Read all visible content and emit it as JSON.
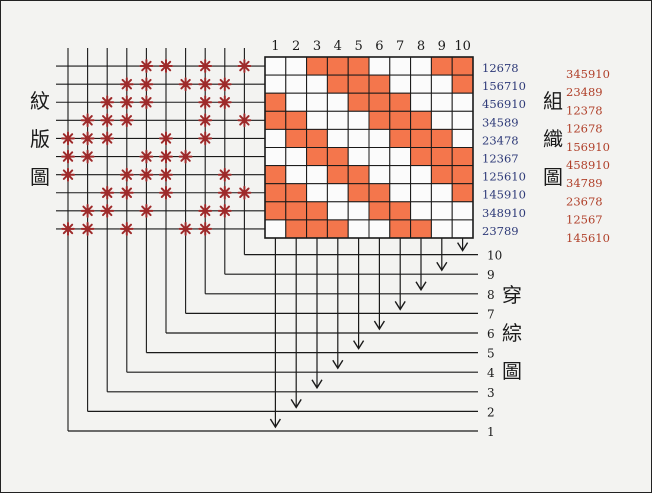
{
  "titles": {
    "peg_plan": "紋版圖",
    "weave_structure": "組織圖",
    "threading": "穿綜圖"
  },
  "column_numbers": [
    "1",
    "2",
    "3",
    "4",
    "5",
    "6",
    "7",
    "8",
    "9",
    "10"
  ],
  "shaft_numbers": [
    "10",
    "9",
    "8",
    "7",
    "6",
    "5",
    "4",
    "3",
    "2",
    "1"
  ],
  "row_labels": [
    "12678",
    "156710",
    "456910",
    "34589",
    "23478",
    "12367",
    "125610",
    "145910",
    "348910",
    "23789"
  ],
  "right_column": [
    "345910",
    "23489",
    "12378",
    "12678",
    "156910",
    "458910",
    "34789",
    "23678",
    "12567",
    "145610"
  ],
  "colors": {
    "fill": "#f4764c",
    "ink": "#1a1a1a",
    "blue_ink": "#2e3a78",
    "red_ink": "#b0402a",
    "star": "#9e2b2b",
    "paper": "#f3f3f1"
  },
  "weave_grid": [
    [
      0,
      0,
      1,
      1,
      1,
      0,
      0,
      0,
      1,
      1
    ],
    [
      0,
      0,
      0,
      1,
      1,
      1,
      0,
      0,
      0,
      1
    ],
    [
      1,
      0,
      0,
      0,
      1,
      1,
      1,
      0,
      0,
      0
    ],
    [
      1,
      1,
      0,
      0,
      0,
      1,
      1,
      1,
      0,
      0
    ],
    [
      0,
      1,
      1,
      0,
      0,
      0,
      1,
      1,
      1,
      0
    ],
    [
      0,
      0,
      1,
      1,
      0,
      0,
      0,
      1,
      1,
      1
    ],
    [
      1,
      0,
      0,
      1,
      1,
      0,
      0,
      0,
      1,
      1
    ],
    [
      1,
      1,
      0,
      0,
      1,
      1,
      0,
      0,
      0,
      1
    ],
    [
      1,
      1,
      1,
      0,
      0,
      1,
      1,
      0,
      0,
      0
    ],
    [
      0,
      1,
      1,
      1,
      0,
      0,
      1,
      1,
      0,
      0
    ]
  ],
  "peg_plan": [
    [
      0,
      0,
      0,
      0,
      1,
      1,
      0,
      1,
      0,
      1
    ],
    [
      0,
      0,
      0,
      1,
      1,
      0,
      1,
      1,
      1,
      0
    ],
    [
      0,
      0,
      1,
      1,
      1,
      0,
      0,
      1,
      1,
      0
    ],
    [
      0,
      1,
      1,
      1,
      0,
      0,
      0,
      1,
      0,
      1
    ],
    [
      1,
      1,
      1,
      0,
      0,
      1,
      0,
      1,
      0,
      0
    ],
    [
      1,
      1,
      0,
      0,
      1,
      1,
      1,
      0,
      0,
      0
    ],
    [
      1,
      0,
      0,
      1,
      1,
      1,
      0,
      0,
      1,
      0
    ],
    [
      0,
      0,
      1,
      1,
      0,
      1,
      0,
      0,
      1,
      1
    ],
    [
      0,
      1,
      1,
      0,
      1,
      0,
      0,
      1,
      1,
      0
    ],
    [
      1,
      1,
      0,
      1,
      0,
      0,
      1,
      1,
      0,
      0
    ]
  ]
}
